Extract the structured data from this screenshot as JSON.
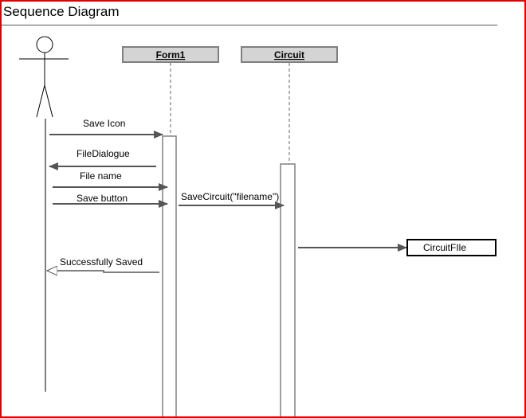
{
  "title": "Sequence Diagram",
  "participants": {
    "form1": "Form1",
    "circuit": "Circuit",
    "file": "CircuitFIle"
  },
  "messages": {
    "save_icon": "Save Icon",
    "file_dialogue": "FileDialogue",
    "file_name": "File name",
    "save_button": "Save button",
    "save_circuit": "SaveCircuit(\"filename\")",
    "success": "Successfully Saved"
  },
  "colors": {
    "frame_border": "#e00000",
    "header_fill": "#d4d4d4",
    "header_border": "#808080",
    "arrow": "#555555",
    "activation_border": "#808080"
  }
}
